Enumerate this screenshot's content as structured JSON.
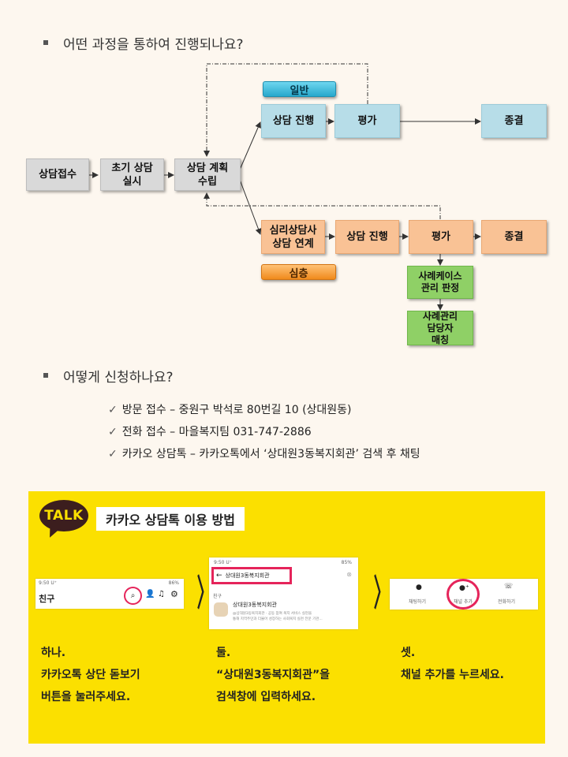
{
  "section1": {
    "heading": "어떤 과정을 통하여 진행되나요?"
  },
  "flow": {
    "reception": "상담접수",
    "initial": [
      "초기 상담",
      "실시"
    ],
    "plan": [
      "상담 계획",
      "수립"
    ],
    "general_label": "일반",
    "general_steps": [
      "상담 진행",
      "평가",
      "종결"
    ],
    "psych_link": [
      "심리상담사",
      "상담 연계"
    ],
    "psych_steps": [
      "상담 진행",
      "평가",
      "종결"
    ],
    "deep_label": "심층",
    "case_judge": [
      "사례케이스",
      "관리 판정"
    ],
    "case_manager": [
      "사례관리",
      "담당자",
      "매칭"
    ]
  },
  "section2": {
    "heading": "어떻게 신청하나요?",
    "items": [
      "방문 접수 – 중원구 박석로 80번길 10 (상대원동)",
      "전화 접수 – 마을복지팀 031-747-2886",
      "카카오 상담톡 – 카카오톡에서 ‘상대원3동복지회관’ 검색 후 채팅"
    ]
  },
  "kakao": {
    "logo": "TALK",
    "title": "카카오 상담톡 이용 방법",
    "shot1": {
      "status": "9:50 U⁺",
      "battery": "86%",
      "tab": "친구"
    },
    "shot2": {
      "status": "9:50 U⁺",
      "battery": "85%",
      "search": "상대원3동복지회관",
      "section": "친구",
      "result_name": "상대원3동복지회관",
      "result_desc1": "@상대원3동복지회관 · 공동 참여 복지 서비스 실현을",
      "result_desc2": "통해 지역주민과 더불어 성장하는 사회복지 실천 전문 기관..."
    },
    "shot3": {
      "btn1": "채팅하기",
      "btn2": "채널 추가",
      "btn3": "전화하기"
    },
    "steps": [
      {
        "num": "하나.",
        "line1": "카카오톡 상단 돋보기",
        "line2": "버튼을 눌러주세요."
      },
      {
        "num": "둘.",
        "line1": "“상대원3동복지회관”을",
        "line2": "검색창에 입력하세요."
      },
      {
        "num": "셋.",
        "line1": "채널 추가를 누르세요.",
        "line2": ""
      }
    ]
  }
}
